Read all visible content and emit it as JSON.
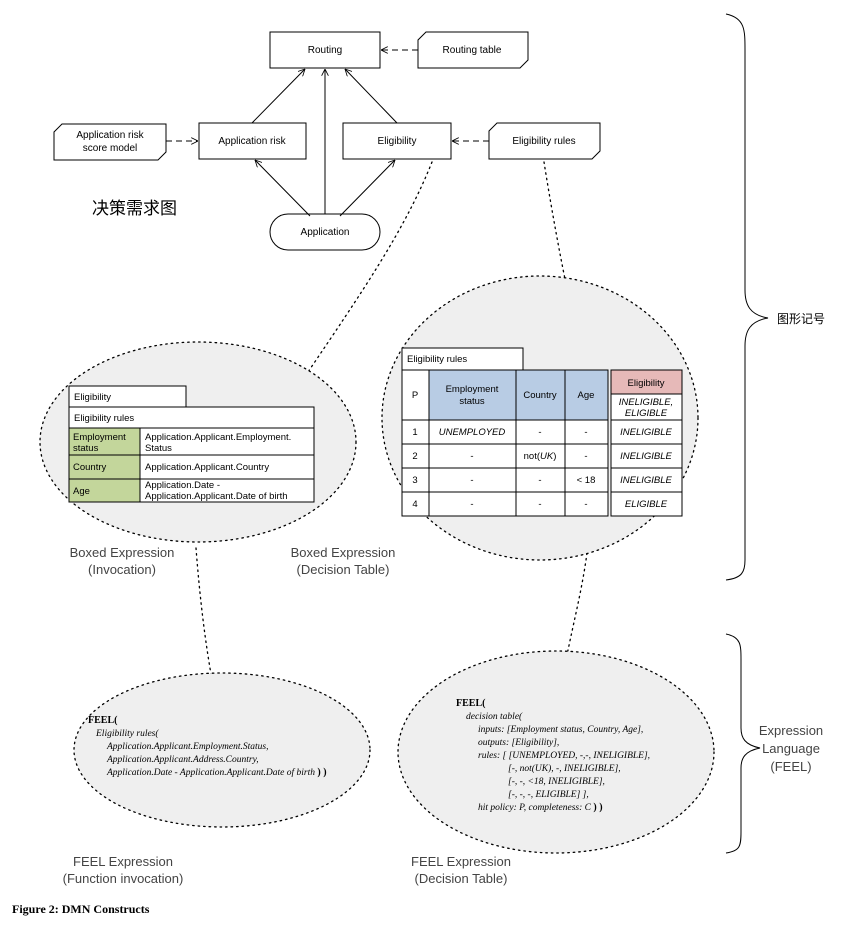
{
  "drd": {
    "nodes": {
      "routing": "Routing",
      "routing_table": "Routing table",
      "app_risk_model_line1": "Application risk",
      "app_risk_model_line2": "score model",
      "app_risk": "Application risk",
      "eligibility": "Eligibility",
      "eligibility_rules": "Eligibility rules",
      "application": "Application"
    },
    "chinese_label": "决策需求图"
  },
  "brackets": {
    "graphical": "图形记号",
    "expression_language": [
      "Expression",
      "Language",
      "(FEEL)"
    ]
  },
  "invocation_box": {
    "title": "Eligibility",
    "subtitle": "Eligibility rules",
    "rows": [
      {
        "param": [
          "Employment",
          "status"
        ],
        "value": [
          "Application.Applicant.Employment.",
          "Status"
        ]
      },
      {
        "param": [
          "Country"
        ],
        "value": [
          "Application.Applicant.Country"
        ]
      },
      {
        "param": [
          "Age"
        ],
        "value": [
          "Application.Date -",
          "Application.Applicant.Date of birth"
        ]
      }
    ]
  },
  "decision_table": {
    "title": "Eligibility rules",
    "hit_policy": "P",
    "input_headers": [
      [
        "Employment",
        "status"
      ],
      [
        "Country"
      ],
      [
        "Age"
      ]
    ],
    "output_header": "Eligibility",
    "output_values": [
      "INELIGIBLE,",
      "ELIGIBLE"
    ],
    "rules": [
      {
        "n": "1",
        "emp": "UNEMPLOYED",
        "country": "-",
        "age": "-",
        "out": "INELIGIBLE"
      },
      {
        "n": "2",
        "emp": "-",
        "country_pre": "not(",
        "country_it": "UK",
        "country_post": ")",
        "age": "-",
        "out": "INELIGIBLE"
      },
      {
        "n": "3",
        "emp": "-",
        "country": "-",
        "age": "< 18",
        "out": "INELIGIBLE"
      },
      {
        "n": "4",
        "emp": "-",
        "country": "-",
        "age": "-",
        "out": "ELIGIBLE"
      }
    ]
  },
  "captions": {
    "boxed_invocation": [
      "Boxed Expression",
      "(Invocation)"
    ],
    "boxed_decision_table": [
      "Boxed Expression",
      "(Decision Table)"
    ],
    "feel_function": [
      "FEEL Expression",
      "(Function invocation)"
    ],
    "feel_decision_table": [
      "FEEL Expression",
      "(Decision Table)"
    ]
  },
  "feel_invocation": {
    "keyword": "FEEL(",
    "lines": [
      "Eligibility rules(",
      "Application.Applicant.Employment.Status,",
      "Application.Applicant.Address.Country,",
      "Application.Date - Application.Applicant.Date of birth",
      ") )"
    ]
  },
  "feel_decision_table": {
    "keyword": "FEEL(",
    "lines": [
      "decision table(",
      "inputs: [Employment status, Country, Age],",
      "outputs: [Eligibility],",
      "rules: [ [UNEMPLOYED, -,-, INELIGIBLE],",
      "[-, not(UK), -, INELIGIBLE],",
      "[-, -, <18, INELIGIBLE],",
      "[-, -, -, ELIGIBLE] ],",
      "hit policy: P, completeness: C",
      ") )"
    ]
  },
  "figure_caption": "Figure 2:  DMN Constructs",
  "colors": {
    "input_header_blue": "#b8cce4",
    "output_header_pink": "#e6b9b8",
    "param_green": "#c3d69b",
    "ellipse_fill": "#efefef"
  }
}
